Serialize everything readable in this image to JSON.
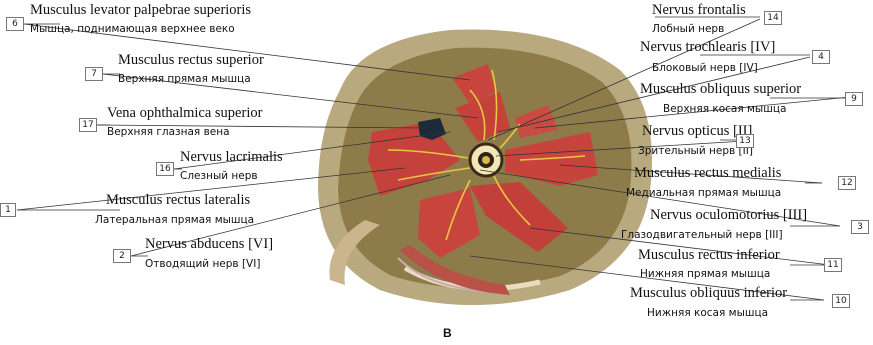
{
  "figure_label": "в",
  "labels": [
    {
      "num": "6",
      "latin": "Musculus levator palpebrae superioris",
      "russian": "Мышца, поднимающая верхнее веко"
    },
    {
      "num": "7",
      "latin": "Musculus rectus superior",
      "russian": "Верхняя прямая мышца"
    },
    {
      "num": "17",
      "latin": "Vena ophthalmica superior",
      "russian": "Верхняя глазная вена"
    },
    {
      "num": "16",
      "latin": "Nervus lacrimalis",
      "russian": "Слезный нерв"
    },
    {
      "num": "1",
      "latin": "Musculus rectus lateralis",
      "russian": "Латеральная прямая мышца"
    },
    {
      "num": "2",
      "latin": "Nervus abducens [VI]",
      "russian": "Отводящий нерв [VI]"
    },
    {
      "num": "14",
      "latin": "Nervus frontalis",
      "russian": "Лобный нерв"
    },
    {
      "num": "4",
      "latin": "Nervus trochlearis [IV]",
      "russian": "Блоковый нерв [IV]"
    },
    {
      "num": "9",
      "latin": "Musculus obliquus superior",
      "russian": "Верхняя косая мышца"
    },
    {
      "num": "13",
      "latin": "Nervus opticus [II]",
      "russian": "Зрительный нерв [II]"
    },
    {
      "num": "12",
      "latin": "Musculus rectus medialis",
      "russian": "Медиальная прямая мышца"
    },
    {
      "num": "3",
      "latin": "Nervus oculomotorius [III]",
      "russian": "Глазодвигательный нерв [III]"
    },
    {
      "num": "11",
      "latin": "Musculus rectus inferior",
      "russian": "Нижняя прямая мышца"
    },
    {
      "num": "10",
      "latin": "Musculus obliquus inferior",
      "russian": "Нижняя косая мышца"
    }
  ],
  "colors": {
    "muscle": "#c8453e",
    "muscle_dark": "#9a2a24",
    "fat": "#8a7a4c",
    "orbit_wall": "#b8a988",
    "nerve": "#e8c840",
    "optic": "#f0e0a0",
    "vein": "#1c2a3a"
  }
}
